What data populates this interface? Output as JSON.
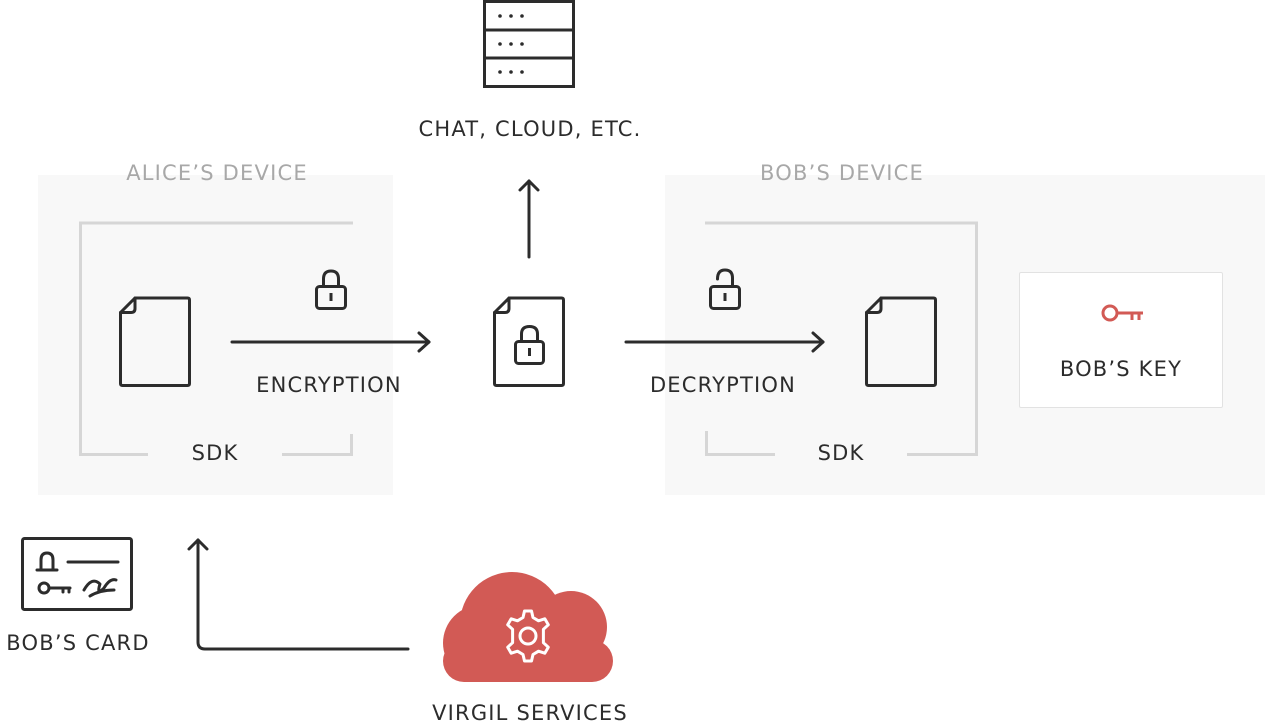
{
  "server": {
    "label": "CHAT, CLOUD, ETC.",
    "icon": "server-icon"
  },
  "alice_device": {
    "title": "ALICE’S DEVICE",
    "sdk_label": "SDK",
    "encryption_label": "ENCRYPTION"
  },
  "bob_device": {
    "title": "BOB’S DEVICE",
    "sdk_label": "SDK",
    "decryption_label": "DECRYPTION"
  },
  "bobs_key": {
    "label": "BOB’S KEY",
    "icon": "key-icon"
  },
  "bobs_card": {
    "label": "BOB’S CARD",
    "icon": "id-card-icon"
  },
  "virgil_services": {
    "label": "VIRGIL SERVICES",
    "icon": "cloud-gear-icon"
  },
  "colors": {
    "stroke": "#2c2c2c",
    "panel": "#f8f8f8",
    "sdk_frame": "#d6d6d6",
    "muted_text": "#a8a8a8",
    "accent_red": "#d25a55"
  }
}
